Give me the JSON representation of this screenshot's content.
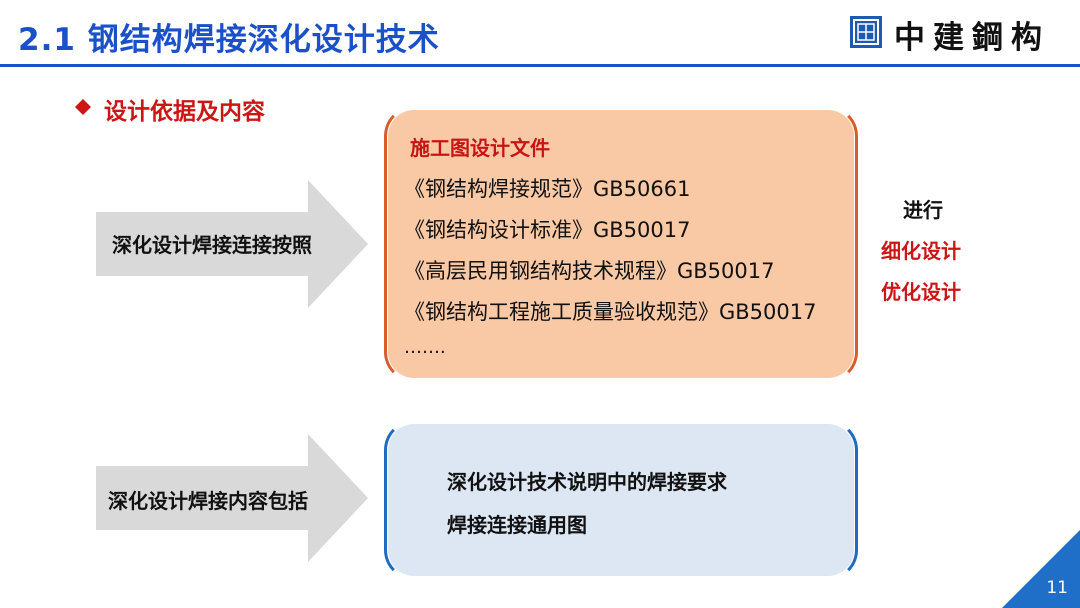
{
  "header": {
    "title": "2.1 钢结构焊接深化设计技术",
    "brand_text": "中建鋼构",
    "logo_icon": "cscec-logo-icon"
  },
  "section": {
    "bullet_icon": "diamond-bullet-icon",
    "label": "设计依据及内容"
  },
  "arrows": [
    {
      "label": "深化设计焊接连接按照"
    },
    {
      "label": "深化设计焊接内容包括"
    }
  ],
  "basis_box": {
    "heading": "施工图设计文件",
    "items": [
      "《钢结构焊接规范》GB50661",
      "《钢结构设计标准》GB50017",
      "《高层民用钢结构技术规程》GB50017",
      "《钢结构工程施工质量验收规范》GB50017",
      "……."
    ]
  },
  "content_box": {
    "items": [
      "深化设计技术说明中的焊接要求",
      "焊接连接通用图"
    ]
  },
  "side_labels": {
    "line1": "进行",
    "line2": "细化设计",
    "line3": "优化设计"
  },
  "page_number": "11",
  "colors": {
    "title_blue": "#1a50c8",
    "accent_red": "#cc1515",
    "orange_fill": "#f9c9a6",
    "orange_border": "#d95d2c",
    "blue_fill": "#dde6f3",
    "blue_border": "#1f6bc1",
    "arrow_gray": "#d9d9d9"
  }
}
